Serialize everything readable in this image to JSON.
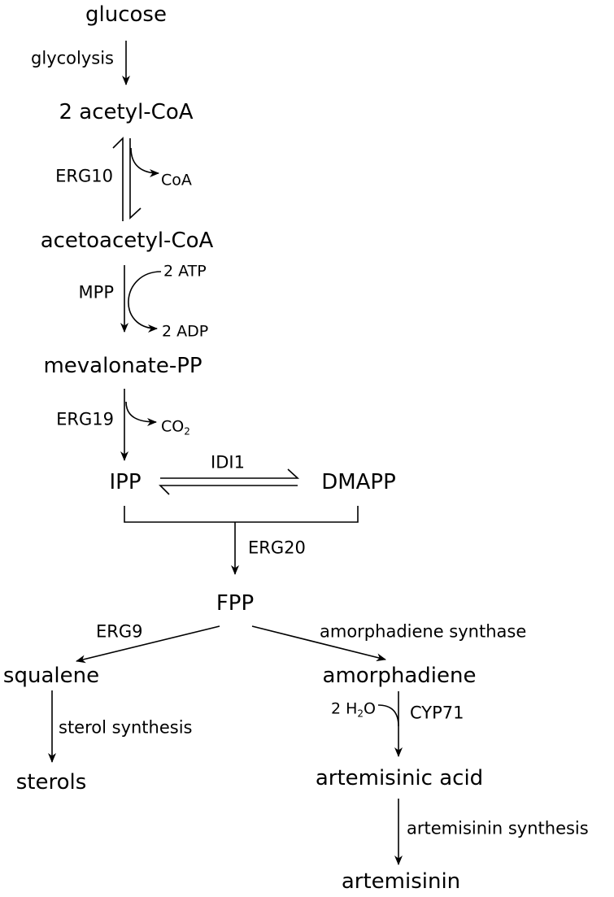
{
  "metabolites": {
    "glucose": "glucose",
    "acetyl_coa": "2 acetyl-CoA",
    "acetoacetyl_coa": "acetoacetyl-CoA",
    "mevalonate_pp": "mevalonate-PP",
    "ipp": "IPP",
    "dmapp": "DMAPP",
    "fpp": "FPP",
    "squalene": "squalene",
    "sterols": "sterols",
    "amorphadiene": "amorphadiene",
    "artemisinic_acid": "artemisinic acid",
    "artemisinin": "artemisinin"
  },
  "steps": {
    "glycolysis": "glycolysis",
    "erg10": "ERG10",
    "mpp": "MPP",
    "erg19": "ERG19",
    "idi1": "IDI1",
    "erg20": "ERG20",
    "erg9": "ERG9",
    "amorphadiene_synthase": "amorphadiene synthase",
    "sterol_synthesis": "sterol synthesis",
    "cyp71": "CYP71",
    "artemisinin_synthesis": "artemisinin synthesis"
  },
  "cofactors": {
    "coa": "CoA",
    "atp": "2 ATP",
    "adp": "2 ADP",
    "co2_base": "CO",
    "co2_sub": "2",
    "h2o_prefix": "2 H",
    "h2o_sub": "2",
    "h2o_suffix": "O"
  }
}
